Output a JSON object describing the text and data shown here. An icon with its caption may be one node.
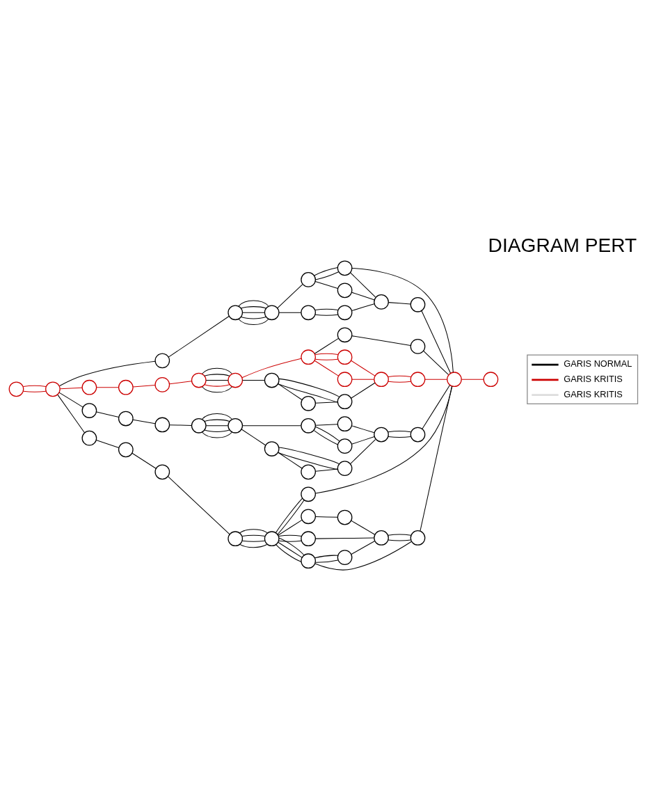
{
  "diagram": {
    "title": "DIAGRAM PERT",
    "nodes": [
      {
        "text": [],
        "shape": "circle"
      },
      {
        "text": [],
        "shape": "circle"
      },
      {
        "text": [],
        "shape": "circle"
      },
      {
        "text": [],
        "shape": "circle"
      },
      {
        "text": [],
        "shape": "circle"
      },
      {
        "text": [],
        "shape": "circle"
      },
      {
        "text": [],
        "shape": "circle"
      },
      {
        "text": [],
        "shape": "circle"
      },
      {
        "text": [],
        "shape": "circle"
      },
      {
        "text": [],
        "shape": "circle"
      },
      {
        "text": [],
        "shape": "circle"
      },
      {
        "text": [],
        "shape": "circle"
      },
      {
        "text": [],
        "shape": "circle"
      },
      {
        "text": [],
        "shape": "circle"
      },
      {
        "text": [],
        "shape": "circle"
      },
      {
        "text": [],
        "shape": "circle"
      },
      {
        "text": [],
        "shape": "circle"
      },
      {
        "text": [],
        "shape": "circle"
      },
      {
        "text": [],
        "shape": "circle"
      },
      {
        "text": [],
        "shape": "circle"
      },
      {
        "text": [],
        "shape": "circle"
      },
      {
        "text": [],
        "shape": "circle"
      },
      {
        "text": [],
        "shape": "circle"
      },
      {
        "text": [],
        "shape": "circle"
      },
      {
        "text": [],
        "shape": "circle"
      },
      {
        "text": [],
        "shape": "circle"
      },
      {
        "text": [],
        "shape": "circle"
      },
      {
        "text": [],
        "shape": "circle"
      },
      {
        "text": [],
        "shape": "circle"
      },
      {
        "text": [],
        "shape": "circle"
      },
      {
        "text": [],
        "shape": "circle"
      },
      {
        "text": [],
        "shape": "circle"
      },
      {
        "text": [],
        "shape": "circle"
      },
      {
        "text": [],
        "shape": "circle"
      },
      {
        "text": [],
        "shape": "circle"
      },
      {
        "text": [],
        "shape": "circle"
      },
      {
        "text": [],
        "shape": "circle"
      },
      {
        "text": [],
        "shape": "circle"
      },
      {
        "text": [],
        "shape": "circle"
      },
      {
        "text": [],
        "shape": "circle"
      },
      {
        "text": [],
        "shape": "circle"
      },
      {
        "text": [],
        "shape": "circle"
      },
      {
        "text": [],
        "shape": "circle"
      },
      {
        "text": [],
        "shape": "circle"
      },
      {
        "text": [],
        "shape": "circle"
      },
      {
        "text": [],
        "shape": "circle"
      },
      {
        "text": [],
        "shape": "circle"
      },
      {
        "text": [],
        "shape": "circle"
      },
      {
        "text": [],
        "shape": "circle"
      },
      {
        "text": [],
        "shape": "circle"
      },
      {
        "text": [],
        "shape": "circle"
      },
      {
        "text": [],
        "shape": "circle"
      },
      {
        "text": [],
        "shape": "circle"
      },
      {
        "text": [],
        "shape": "circle"
      },
      {
        "text": [],
        "shape": "circle"
      }
    ],
    "edges": [
      {
        "from": 0,
        "to": 1,
        "arrow": "none",
        "color": "#cc0000"
      },
      {
        "from": 0,
        "to": 1,
        "arrow": "none",
        "color": "#cc0000"
      },
      {
        "from": 1,
        "to": 2,
        "arrow": "none"
      },
      {
        "from": 2,
        "to": 3,
        "arrow": "none"
      },
      {
        "from": 3,
        "to": 4,
        "arrow": "none"
      },
      {
        "from": 3,
        "to": 4,
        "arrow": "none"
      },
      {
        "from": 3,
        "to": 4,
        "arrow": "none"
      },
      {
        "from": 3,
        "to": 4,
        "arrow": "none"
      },
      {
        "from": 3,
        "to": 4,
        "arrow": "none"
      },
      {
        "from": 4,
        "to": 5,
        "arrow": "none"
      },
      {
        "from": 5,
        "to": 6,
        "arrow": "none"
      },
      {
        "from": 5,
        "to": 6,
        "arrow": "none"
      },
      {
        "from": 5,
        "to": 7,
        "arrow": "none"
      },
      {
        "from": 6,
        "to": 10,
        "arrow": "none"
      },
      {
        "from": 7,
        "to": 10,
        "arrow": "none"
      },
      {
        "from": 4,
        "to": 8,
        "arrow": "none"
      },
      {
        "from": 8,
        "to": 9,
        "arrow": "none"
      },
      {
        "from": 8,
        "to": 9,
        "arrow": "none"
      },
      {
        "from": 9,
        "to": 10,
        "arrow": "none"
      },
      {
        "from": 10,
        "to": 11,
        "arrow": "none"
      },
      {
        "from": 11,
        "to": 53,
        "arrow": "none"
      },
      {
        "from": 6,
        "to": 53,
        "arrow": "none"
      },
      {
        "from": 1,
        "to": 12,
        "arrow": "none",
        "color": "#cc0000"
      },
      {
        "from": 12,
        "to": 13,
        "arrow": "none",
        "color": "#cc0000"
      },
      {
        "from": 13,
        "to": 14,
        "arrow": "none",
        "color": "#cc0000"
      },
      {
        "from": 14,
        "to": 15,
        "arrow": "none",
        "color": "#cc0000"
      },
      {
        "from": 15,
        "to": 16,
        "arrow": "none"
      },
      {
        "from": 15,
        "to": 16,
        "arrow": "none",
        "color": "#cc0000"
      },
      {
        "from": 15,
        "to": 16,
        "arrow": "none"
      },
      {
        "from": 15,
        "to": 16,
        "arrow": "none"
      },
      {
        "from": 15,
        "to": 16,
        "arrow": "none"
      },
      {
        "from": 16,
        "to": 17,
        "arrow": "none",
        "color": "#cc0000"
      },
      {
        "from": 17,
        "to": 18,
        "arrow": "none"
      },
      {
        "from": 17,
        "to": 19,
        "arrow": "none",
        "color": "#cc0000"
      },
      {
        "from": 17,
        "to": 19,
        "arrow": "none",
        "color": "#cc0000"
      },
      {
        "from": 17,
        "to": 20,
        "arrow": "none",
        "color": "#cc0000"
      },
      {
        "from": 19,
        "to": 22,
        "arrow": "none",
        "color": "#cc0000"
      },
      {
        "from": 20,
        "to": 22,
        "arrow": "none",
        "color": "#cc0000"
      },
      {
        "from": 18,
        "to": 21,
        "arrow": "none"
      },
      {
        "from": 16,
        "to": 23,
        "arrow": "none"
      },
      {
        "from": 23,
        "to": 24,
        "arrow": "none"
      },
      {
        "from": 23,
        "to": 24,
        "arrow": "none"
      },
      {
        "from": 24,
        "to": 22,
        "arrow": "none"
      },
      {
        "from": 23,
        "to": 25,
        "arrow": "none"
      },
      {
        "from": 25,
        "to": 24,
        "arrow": "none"
      },
      {
        "from": 22,
        "to": 26,
        "arrow": "none",
        "color": "#cc0000"
      },
      {
        "from": 22,
        "to": 26,
        "arrow": "none",
        "color": "#cc0000"
      },
      {
        "from": 21,
        "to": 53,
        "arrow": "none"
      },
      {
        "from": 26,
        "to": 53,
        "arrow": "none",
        "color": "#cc0000"
      },
      {
        "from": 1,
        "to": 27,
        "arrow": "none"
      },
      {
        "from": 27,
        "to": 28,
        "arrow": "none"
      },
      {
        "from": 28,
        "to": 29,
        "arrow": "none"
      },
      {
        "from": 29,
        "to": 30,
        "arrow": "none"
      },
      {
        "from": 30,
        "to": 31,
        "arrow": "none"
      },
      {
        "from": 30,
        "to": 31,
        "arrow": "none"
      },
      {
        "from": 30,
        "to": 31,
        "arrow": "none"
      },
      {
        "from": 30,
        "to": 31,
        "arrow": "none"
      },
      {
        "from": 30,
        "to": 31,
        "arrow": "none"
      },
      {
        "from": 31,
        "to": 32,
        "arrow": "none"
      },
      {
        "from": 32,
        "to": 33,
        "arrow": "none"
      },
      {
        "from": 32,
        "to": 33,
        "arrow": "none"
      },
      {
        "from": 32,
        "to": 34,
        "arrow": "none"
      },
      {
        "from": 33,
        "to": 35,
        "arrow": "none"
      },
      {
        "from": 34,
        "to": 35,
        "arrow": "none"
      },
      {
        "from": 35,
        "to": 36,
        "arrow": "none"
      },
      {
        "from": 35,
        "to": 36,
        "arrow": "none"
      },
      {
        "from": 36,
        "to": 53,
        "arrow": "none"
      },
      {
        "from": 31,
        "to": 37,
        "arrow": "none"
      },
      {
        "from": 37,
        "to": 38,
        "arrow": "none"
      },
      {
        "from": 37,
        "to": 38,
        "arrow": "none"
      },
      {
        "from": 38,
        "to": 35,
        "arrow": "none"
      },
      {
        "from": 37,
        "to": 39,
        "arrow": "none"
      },
      {
        "from": 39,
        "to": 38,
        "arrow": "none"
      },
      {
        "from": 1,
        "to": 40,
        "arrow": "none"
      },
      {
        "from": 40,
        "to": 41,
        "arrow": "none"
      },
      {
        "from": 41,
        "to": 42,
        "arrow": "none"
      },
      {
        "from": 42,
        "to": 43,
        "arrow": "none"
      },
      {
        "from": 43,
        "to": 44,
        "arrow": "none"
      },
      {
        "from": 43,
        "to": 44,
        "arrow": "none"
      },
      {
        "from": 43,
        "to": 44,
        "arrow": "none"
      },
      {
        "from": 43,
        "to": 44,
        "arrow": "none"
      },
      {
        "from": 44,
        "to": 45,
        "arrow": "none"
      },
      {
        "from": 44,
        "to": 45,
        "arrow": "none"
      },
      {
        "from": 44,
        "to": 46,
        "arrow": "none"
      },
      {
        "from": 44,
        "to": 47,
        "arrow": "none"
      },
      {
        "from": 44,
        "to": 47,
        "arrow": "none"
      },
      {
        "from": 44,
        "to": 48,
        "arrow": "none"
      },
      {
        "from": 44,
        "to": 48,
        "arrow": "none"
      },
      {
        "from": 44,
        "to": 48,
        "arrow": "none"
      },
      {
        "from": 45,
        "to": 53,
        "arrow": "none"
      },
      {
        "from": 46,
        "to": 49,
        "arrow": "none"
      },
      {
        "from": 47,
        "to": 50,
        "arrow": "none"
      },
      {
        "from": 49,
        "to": 50,
        "arrow": "none"
      },
      {
        "from": 50,
        "to": 51,
        "arrow": "none"
      },
      {
        "from": 50,
        "to": 51,
        "arrow": "none"
      },
      {
        "from": 48,
        "to": 52,
        "arrow": "none"
      },
      {
        "from": 48,
        "to": 52,
        "arrow": "none"
      },
      {
        "from": 52,
        "to": 50,
        "arrow": "none"
      },
      {
        "from": 48,
        "to": 51,
        "arrow": "none"
      },
      {
        "from": 51,
        "to": 53,
        "arrow": "none"
      },
      {
        "from": 53,
        "to": 54,
        "arrow": "none",
        "color": "#cc0000"
      }
    ],
    "legend": [
      {
        "text": "GARIS NORMAL"
      },
      {
        "text": "GARIS KRITIS"
      },
      {
        "text": "GARIS KRITIS"
      }
    ]
  }
}
